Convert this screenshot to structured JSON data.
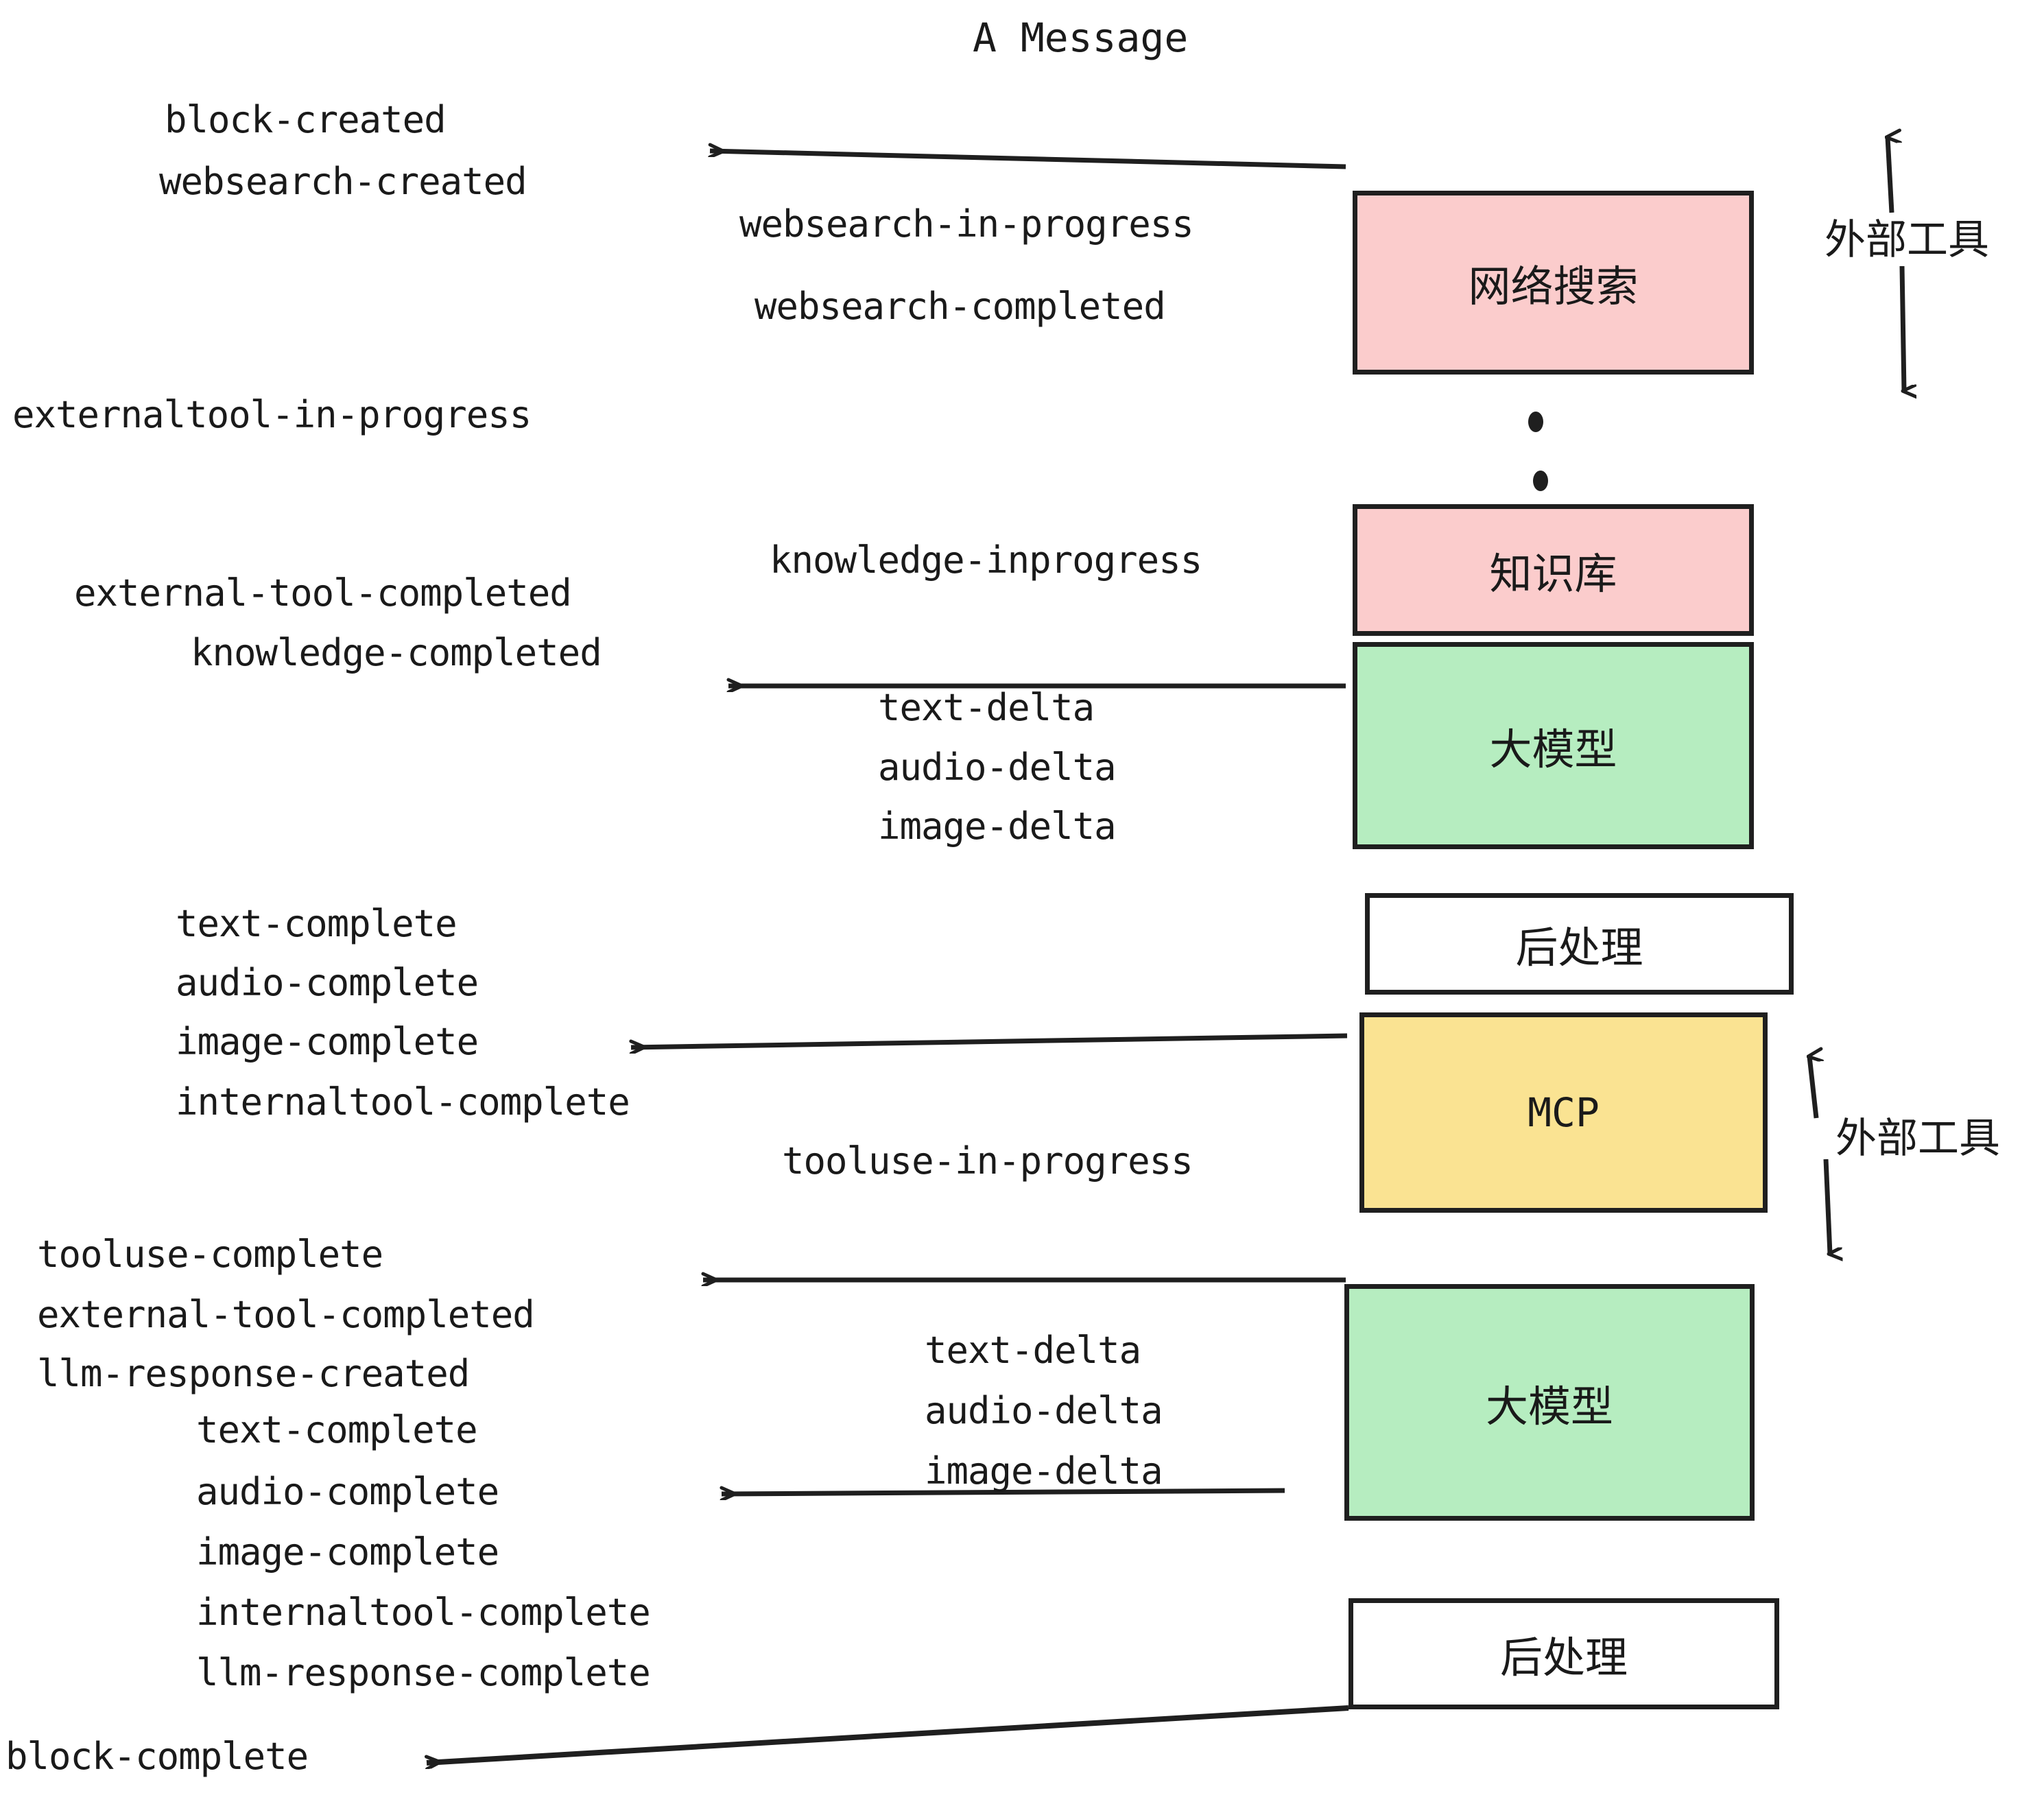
{
  "diagram": {
    "title": "A Message",
    "colors": {
      "pink": "#FBCCCC",
      "green": "#B6EDC0",
      "yellow": "#FAE392",
      "white": "#FFFFFF",
      "stroke": "#1F1F1F",
      "text": "#1A1A1A"
    },
    "nodes": [
      {
        "id": "websearch",
        "label": "网络搜索",
        "fill": "#FBCCCC",
        "mono": false
      },
      {
        "id": "knowledge",
        "label": "知识库",
        "fill": "#FBCCCC",
        "mono": false
      },
      {
        "id": "llm1",
        "label": "大模型",
        "fill": "#B6EDC0",
        "mono": false
      },
      {
        "id": "postproc1",
        "label": "后处理",
        "fill": "#FFFFFF",
        "mono": false
      },
      {
        "id": "mcp",
        "label": "MCP",
        "fill": "#FAE392",
        "mono": true
      },
      {
        "id": "llm2",
        "label": "大模型",
        "fill": "#B6EDC0",
        "mono": false
      },
      {
        "id": "postproc2",
        "label": "后处理",
        "fill": "#FFFFFF",
        "mono": false
      }
    ],
    "side_labels": [
      {
        "id": "external-tools-top",
        "text": "外部工具"
      },
      {
        "id": "external-tools-bottom",
        "text": "外部工具"
      }
    ],
    "events": [
      {
        "id": "block-created",
        "text": "block-created"
      },
      {
        "id": "websearch-created",
        "text": "websearch-created"
      },
      {
        "id": "websearch-in-progress",
        "text": "websearch-in-progress"
      },
      {
        "id": "websearch-completed",
        "text": "websearch-completed"
      },
      {
        "id": "externaltool-in-progress",
        "text": "externaltool-in-progress"
      },
      {
        "id": "knowledge-inprogress",
        "text": "knowledge-inprogress"
      },
      {
        "id": "external-tool-completed-1",
        "text": "external-tool-completed"
      },
      {
        "id": "knowledge-completed",
        "text": "knowledge-completed"
      },
      {
        "id": "text-delta-1",
        "text": "text-delta"
      },
      {
        "id": "audio-delta-1",
        "text": "audio-delta"
      },
      {
        "id": "image-delta-1",
        "text": "image-delta"
      },
      {
        "id": "text-complete-1",
        "text": "text-complete"
      },
      {
        "id": "audio-complete-1",
        "text": "audio-complete"
      },
      {
        "id": "image-complete-1",
        "text": "image-complete"
      },
      {
        "id": "internaltool-complete-1",
        "text": "internaltool-complete"
      },
      {
        "id": "tooluse-in-progress",
        "text": "tooluse-in-progress"
      },
      {
        "id": "tooluse-complete",
        "text": "tooluse-complete"
      },
      {
        "id": "external-tool-completed-2",
        "text": "external-tool-completed"
      },
      {
        "id": "llm-response-created",
        "text": "llm-response-created"
      },
      {
        "id": "text-delta-2",
        "text": "text-delta"
      },
      {
        "id": "audio-delta-2",
        "text": "audio-delta"
      },
      {
        "id": "image-delta-2",
        "text": "image-delta"
      },
      {
        "id": "text-complete-2",
        "text": "text-complete"
      },
      {
        "id": "audio-complete-2",
        "text": "audio-complete"
      },
      {
        "id": "image-complete-2",
        "text": "image-complete"
      },
      {
        "id": "internaltool-complete-2",
        "text": "internaltool-complete"
      },
      {
        "id": "llm-response-complete",
        "text": "llm-response-complete"
      },
      {
        "id": "block-complete",
        "text": "block-complete"
      }
    ]
  }
}
